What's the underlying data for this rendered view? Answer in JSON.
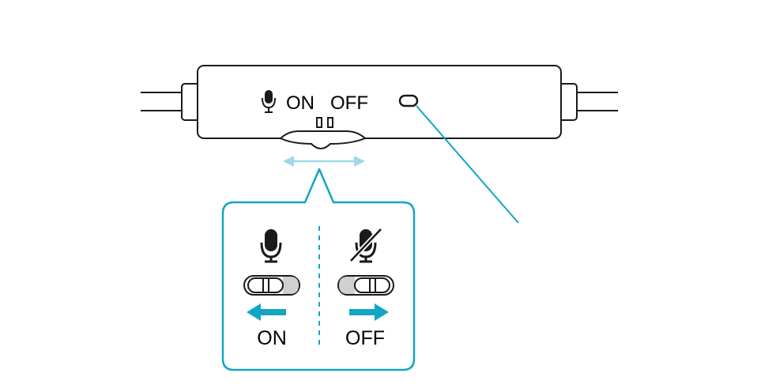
{
  "device": {
    "label_on": "ON",
    "label_off": "OFF",
    "icon": "microphone-icon"
  },
  "callout": {
    "on_state": {
      "label": "ON",
      "icon": "microphone-icon",
      "arrow": "left-arrow-icon"
    },
    "off_state": {
      "label": "OFF",
      "icon": "microphone-muted-icon",
      "arrow": "right-arrow-icon"
    }
  },
  "colors": {
    "line": "#1a1a1a",
    "accent": "#12a5c4",
    "light_accent": "#9fd9e6",
    "switch_shade": "#d0d0d0"
  }
}
